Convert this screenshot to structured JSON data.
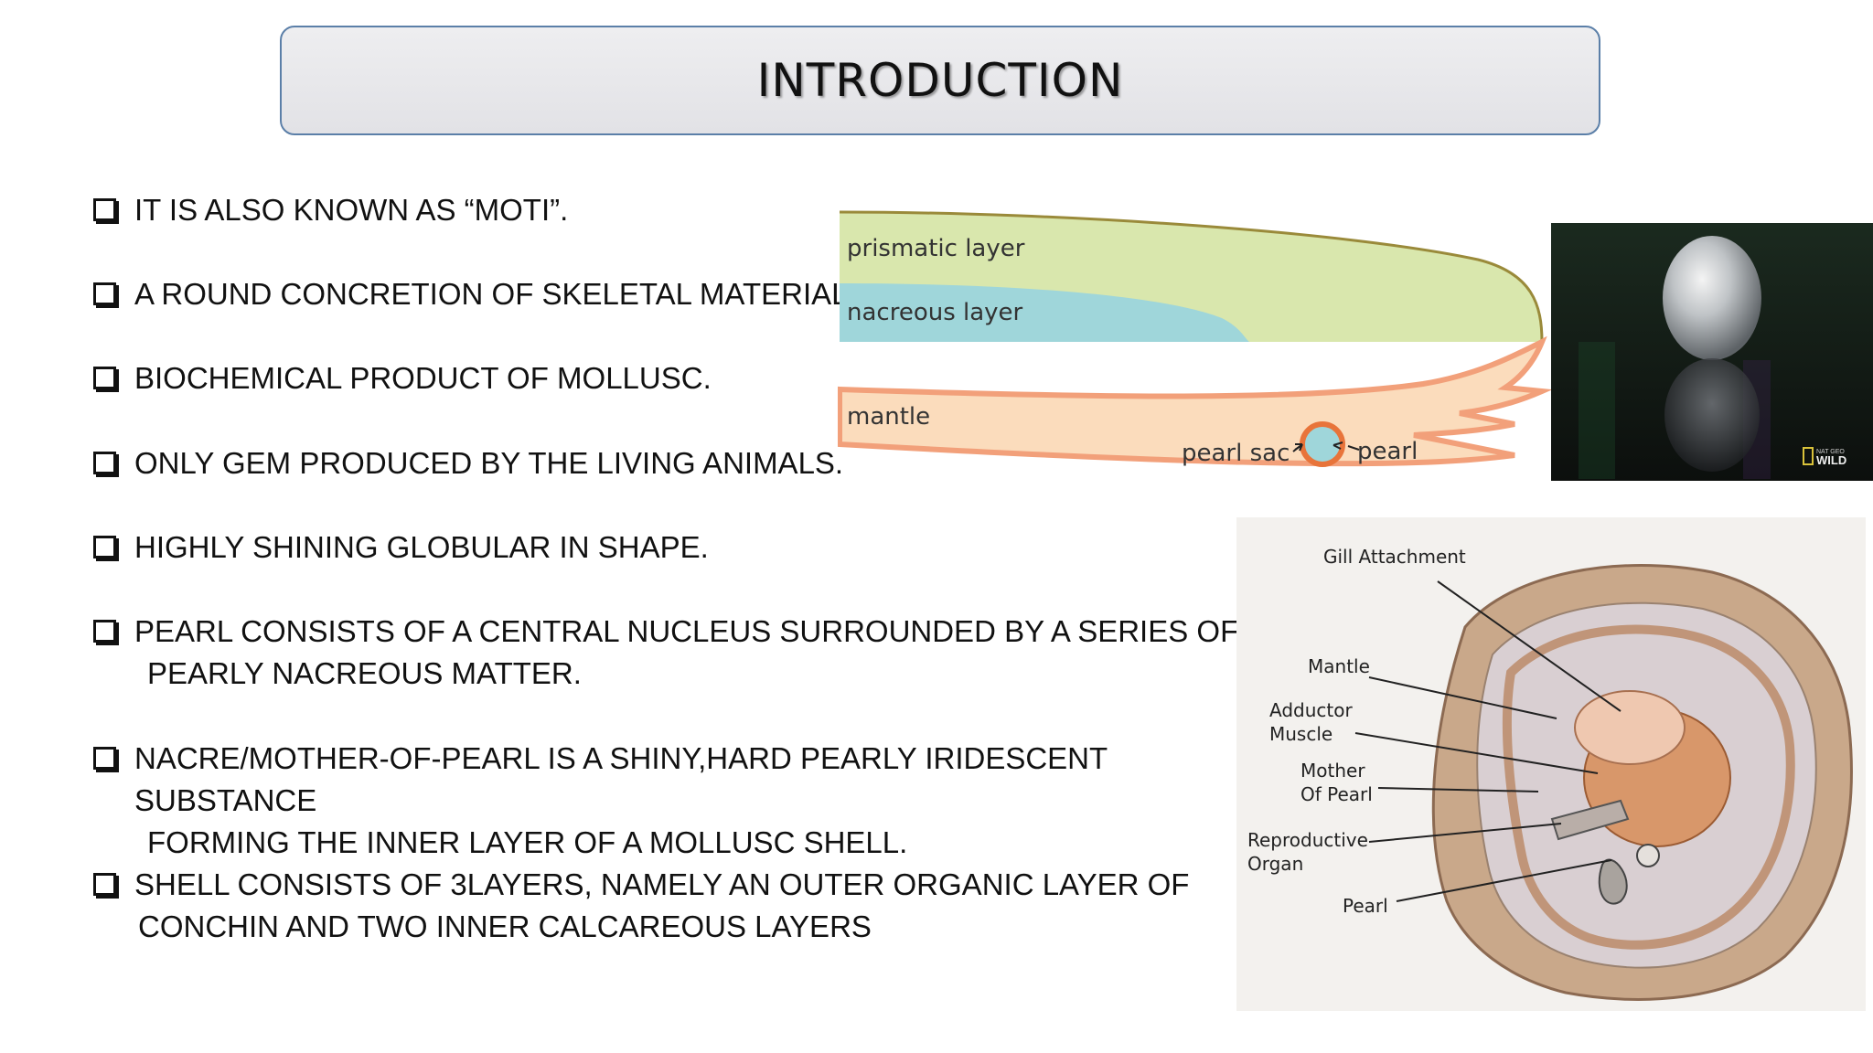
{
  "title": "INTRODUCTION",
  "bullets": [
    {
      "lines": [
        "IT IS ALSO KNOWN AS “MOTI”."
      ]
    },
    {
      "lines": [
        "A ROUND CONCRETION OF SKELETAL MATERIAL."
      ]
    },
    {
      "lines": [
        "BIOCHEMICAL PRODUCT OF MOLLUSC."
      ]
    },
    {
      "lines": [
        "ONLY GEM PRODUCED BY THE LIVING ANIMALS."
      ]
    },
    {
      "lines": [
        "HIGHLY SHINING GLOBULAR IN SHAPE."
      ]
    },
    {
      "lines": [
        "PEARL CONSISTS OF A CENTRAL NUCLEUS SURROUNDED BY A SERIES OF",
        "PEARLY NACREOUS MATTER."
      ]
    },
    {
      "lines": [
        "NACRE/MOTHER-OF-PEARL IS A SHINY,HARD PEARLY IRIDESCENT SUBSTANCE",
        "FORMING THE INNER LAYER OF A MOLLUSC SHELL."
      ]
    },
    {
      "lines": [
        "SHELL CONSISTS OF 3LAYERS, NAMELY AN OUTER ORGANIC LAYER OF",
        "CONCHIN AND TWO INNER CALCAREOUS LAYERS"
      ]
    }
  ],
  "layer_diagram": {
    "prismatic_label": "prismatic layer",
    "nacreous_label": "nacreous layer",
    "mantle_label": "mantle",
    "pearl_sac_label": "pearl sac",
    "pearl_label": "pearl",
    "colors": {
      "prismatic": "#d9e7ad",
      "nacreous": "#9fd6da",
      "mantle": "#fbdcbc",
      "mantle_edge": "#f2a07a",
      "outline": "#9a8a3a"
    }
  },
  "photo": {
    "watermark_small": "NAT GEO",
    "watermark_big": "WILD"
  },
  "oyster_diagram": {
    "labels": {
      "gill": "Gill Attachment",
      "mantle": "Mantle",
      "adductor_1": "Adductor",
      "adductor_2": "Muscle",
      "mother_1": "Mother",
      "mother_2": "Of Pearl",
      "repro_1": "Reproductive",
      "repro_2": "Organ",
      "pearl": "Pearl"
    }
  }
}
